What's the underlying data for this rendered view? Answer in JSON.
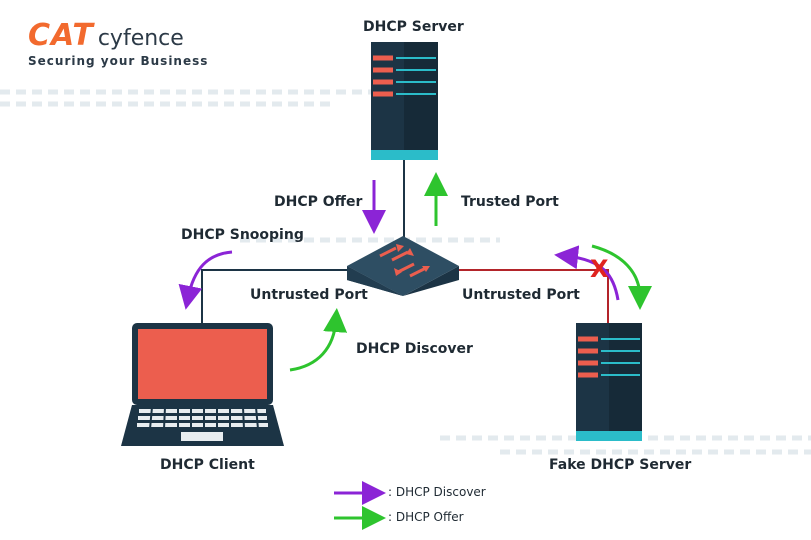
{
  "logo": {
    "brand": "CAT",
    "suffix": "cyfence",
    "tagline": "Securing your Business"
  },
  "nodes": {
    "dhcp_server": "DHCP Server",
    "dhcp_client": "DHCP Client",
    "fake_server": "Fake DHCP Server"
  },
  "labels": {
    "dhcp_offer": "DHCP Offer",
    "trusted_port": "Trusted Port",
    "dhcp_snooping": "DHCP Snooping",
    "untrusted_port_left": "Untrusted Port",
    "untrusted_port_right": "Untrusted Port",
    "dhcp_discover": "DHCP Discover",
    "blocked_mark": "X"
  },
  "legend": [
    {
      "text": ": DHCP Discover",
      "color": "#8b24d6"
    },
    {
      "text": ": DHCP Offer",
      "color": "#2ec42e"
    }
  ],
  "colors": {
    "purple": "#8b24d6",
    "green": "#2ec42e",
    "red_link": "#b3242a",
    "navy": "#1c3445",
    "teal": "#2bbcc9",
    "salmon": "#ec5e4e",
    "brand_orange": "#f26a2e"
  }
}
